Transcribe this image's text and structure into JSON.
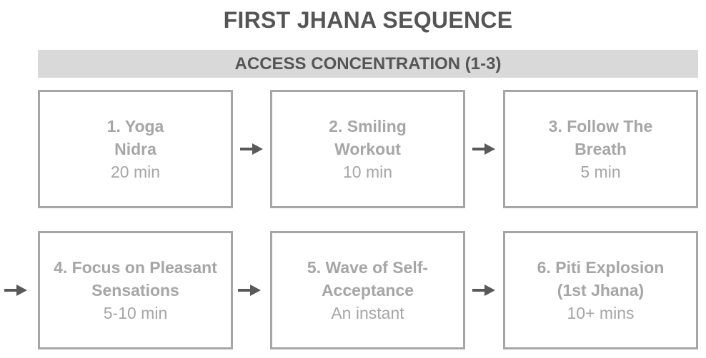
{
  "title": "FIRST JHANA SEQUENCE",
  "banner": "ACCESS CONCENTRATION (1-3)",
  "steps": [
    {
      "line1": "1. Yoga",
      "line2": "Nidra",
      "duration": "20 min"
    },
    {
      "line1": "2. Smiling",
      "line2": "Workout",
      "duration": "10 min"
    },
    {
      "line1": "3. Follow The",
      "line2": "Breath",
      "duration": "5 min"
    },
    {
      "line1": "4. Focus on Pleasant",
      "line2": "Sensations",
      "duration": "5-10 min"
    },
    {
      "line1": "5. Wave of Self-",
      "line2": "Acceptance",
      "duration": "An instant"
    },
    {
      "line1": "6. Piti Explosion",
      "line2": "(1st Jhana)",
      "duration": "10+ mins"
    }
  ],
  "colors": {
    "text_dark": "#555555",
    "box": "#a6a6a6",
    "banner_bg": "#d9d9d9",
    "arrow": "#595959"
  }
}
